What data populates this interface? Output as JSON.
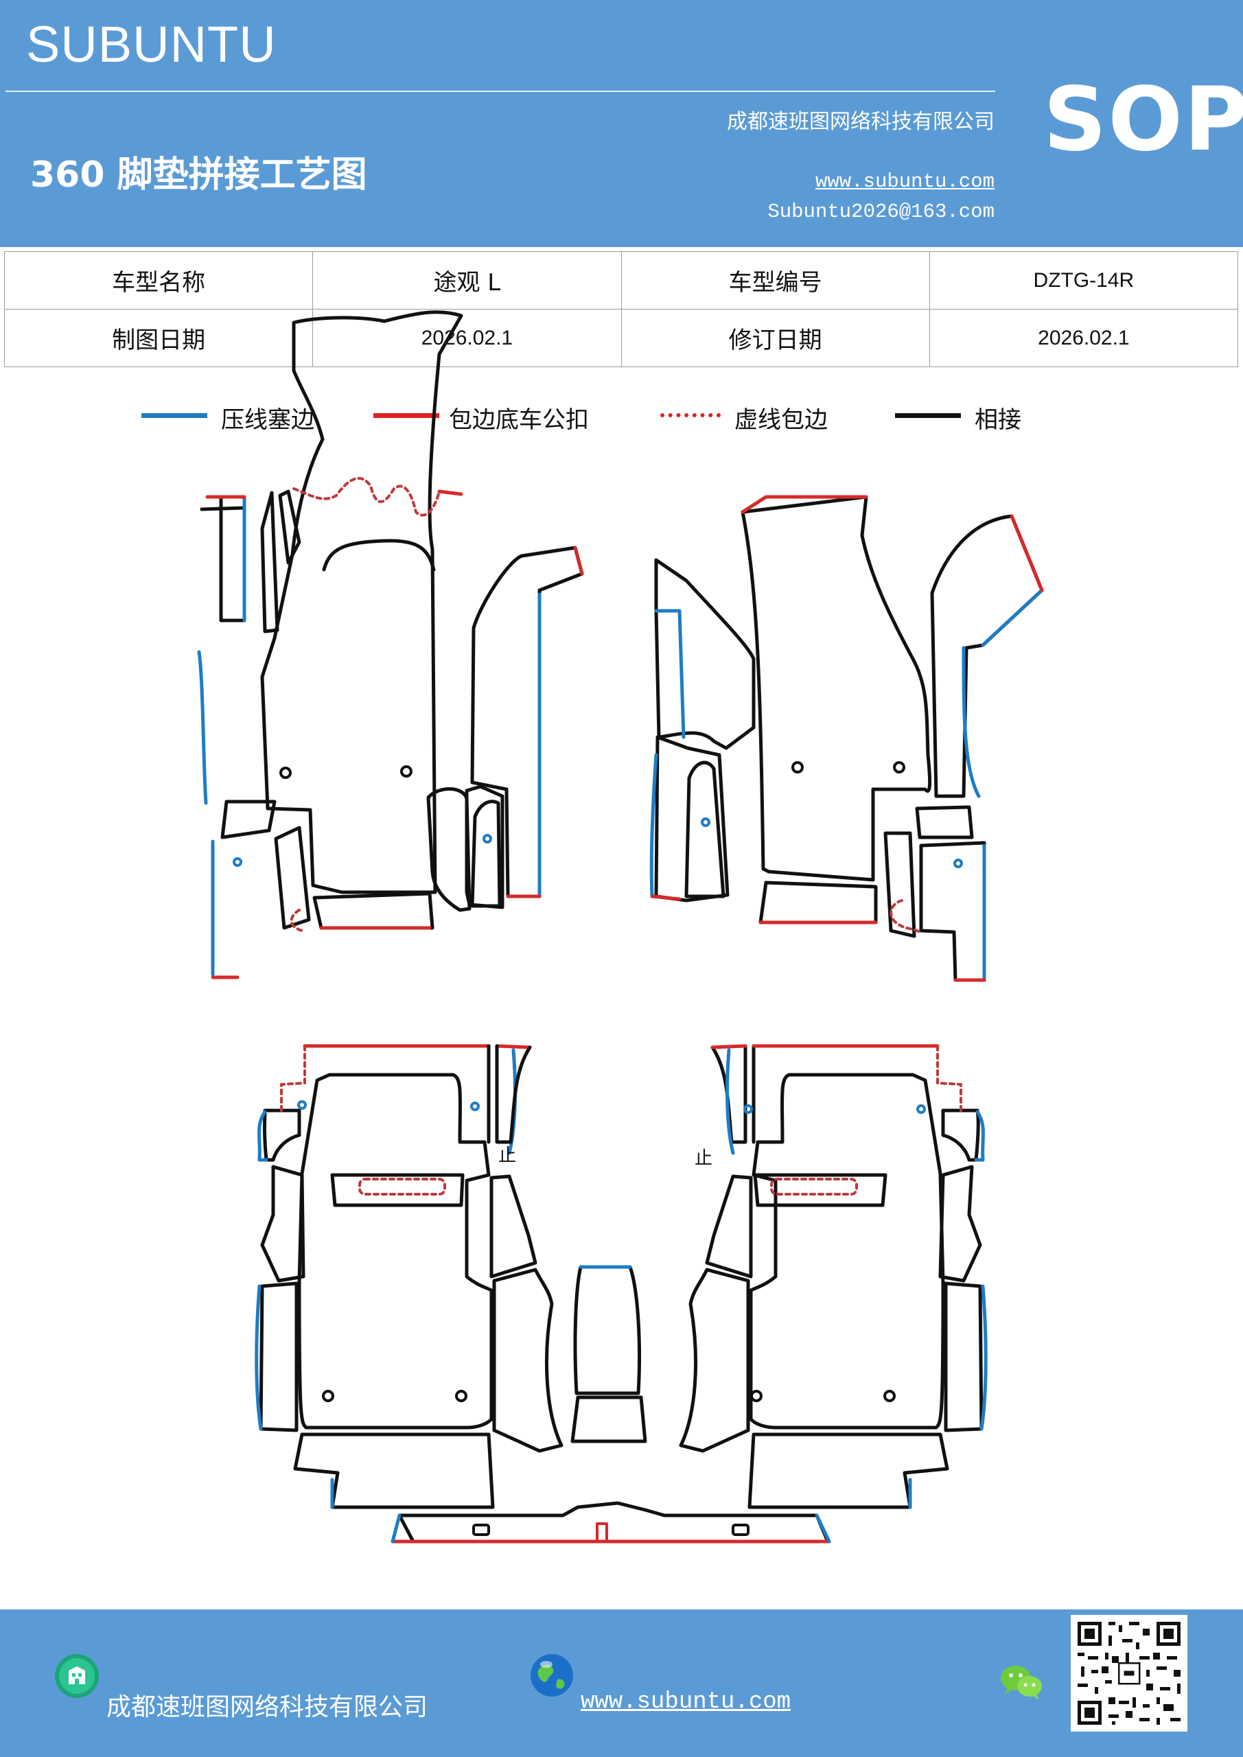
{
  "header": {
    "brand": "SUBUNTU",
    "title": "360 脚垫拼接工艺图",
    "company": "成都速班图网络科技有限公司",
    "website": "www.subuntu.com",
    "email": "Subuntu2026@163.com",
    "badge": "SOP"
  },
  "info": {
    "model_name_label": "车型名称",
    "model_name_value": "途观 L",
    "model_code_label": "车型编号",
    "model_code_value": "DZTG-14R",
    "draw_date_label": "制图日期",
    "draw_date_value": "2026.02.1",
    "revise_date_label": "修订日期",
    "revise_date_value": "2026.02.1"
  },
  "legend": [
    {
      "label": "压线塞边",
      "color": "#1f7cc4",
      "style": "solid"
    },
    {
      "label": "包边底车公扣",
      "color": "#e02020",
      "style": "solid"
    },
    {
      "label": "虚线包边",
      "color": "#e02020",
      "style": "dotted"
    },
    {
      "label": "相接",
      "color": "#111111",
      "style": "solid"
    }
  ],
  "drawing": {
    "note_left": "止",
    "note_right": "止",
    "colors": {
      "outline": "#111111",
      "press_edge": "#1f7cc4",
      "wrap_edge": "#d62a2a",
      "dash_wrap": "#c0393b"
    }
  },
  "footer": {
    "company": "成都速班图网络科技有限公司",
    "website": "www.subuntu.com",
    "icons": [
      "building-icon",
      "globe-icon",
      "wechat-icon",
      "qr-code"
    ]
  }
}
